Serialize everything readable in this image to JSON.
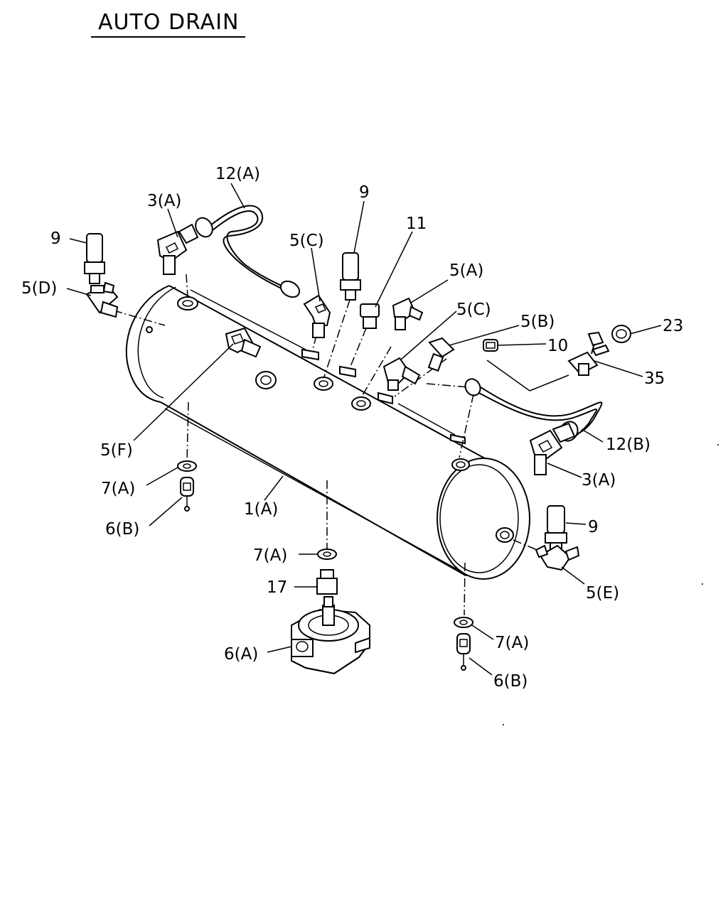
{
  "title": "AUTO DRAIN",
  "callouts": {
    "c_12A": "12(A)",
    "c_3A_top": "3(A)",
    "c_9_left": "9",
    "c_5D": "5(D)",
    "c_5C_left": "5(C)",
    "c_9_mid": "9",
    "c_11": "11",
    "c_5A": "5(A)",
    "c_5C_right": "5(C)",
    "c_5B": "5(B)",
    "c_23": "23",
    "c_10": "10",
    "c_35": "35",
    "c_5F": "5(F)",
    "c_12B": "12(B)",
    "c_7A_left": "7(A)",
    "c_3A_right": "3(A)",
    "c_6B_left": "6(B)",
    "c_1A": "1(A)",
    "c_9_right": "9",
    "c_7A_mid": "7(A)",
    "c_5E": "5(E)",
    "c_17": "17",
    "c_7A_right": "7(A)",
    "c_6A": "6(A)",
    "c_6B_right": "6(B)"
  }
}
